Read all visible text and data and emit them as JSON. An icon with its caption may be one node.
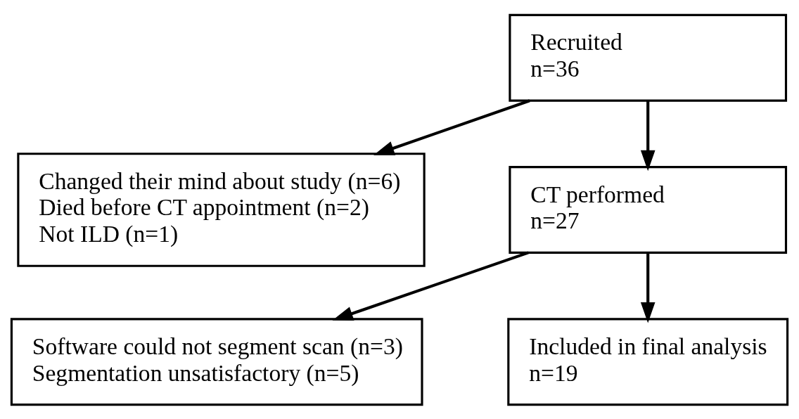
{
  "diagram": {
    "nodes": [
      {
        "text": [
          "Recruited",
          "n=36"
        ]
      },
      {
        "text": [
          "Changed their mind about study (n=6)",
          "Died before CT appointment (n=2)",
          "Not ILD (n=1)"
        ]
      },
      {
        "text": [
          "CT performed",
          "n=27"
        ]
      },
      {
        "text": [
          "Software could not segment scan (n=3)",
          "Segmentation unsatisfactory (n=5)"
        ]
      },
      {
        "text": [
          "Included in final analysis",
          "n=19"
        ]
      }
    ],
    "edges": [
      {
        "from": 0,
        "to": 2,
        "arrow": "to"
      },
      {
        "from": 0,
        "to": 1,
        "arrow": "to"
      },
      {
        "from": 2,
        "to": 4,
        "arrow": "to"
      },
      {
        "from": 2,
        "to": 3,
        "arrow": "to"
      }
    ]
  }
}
